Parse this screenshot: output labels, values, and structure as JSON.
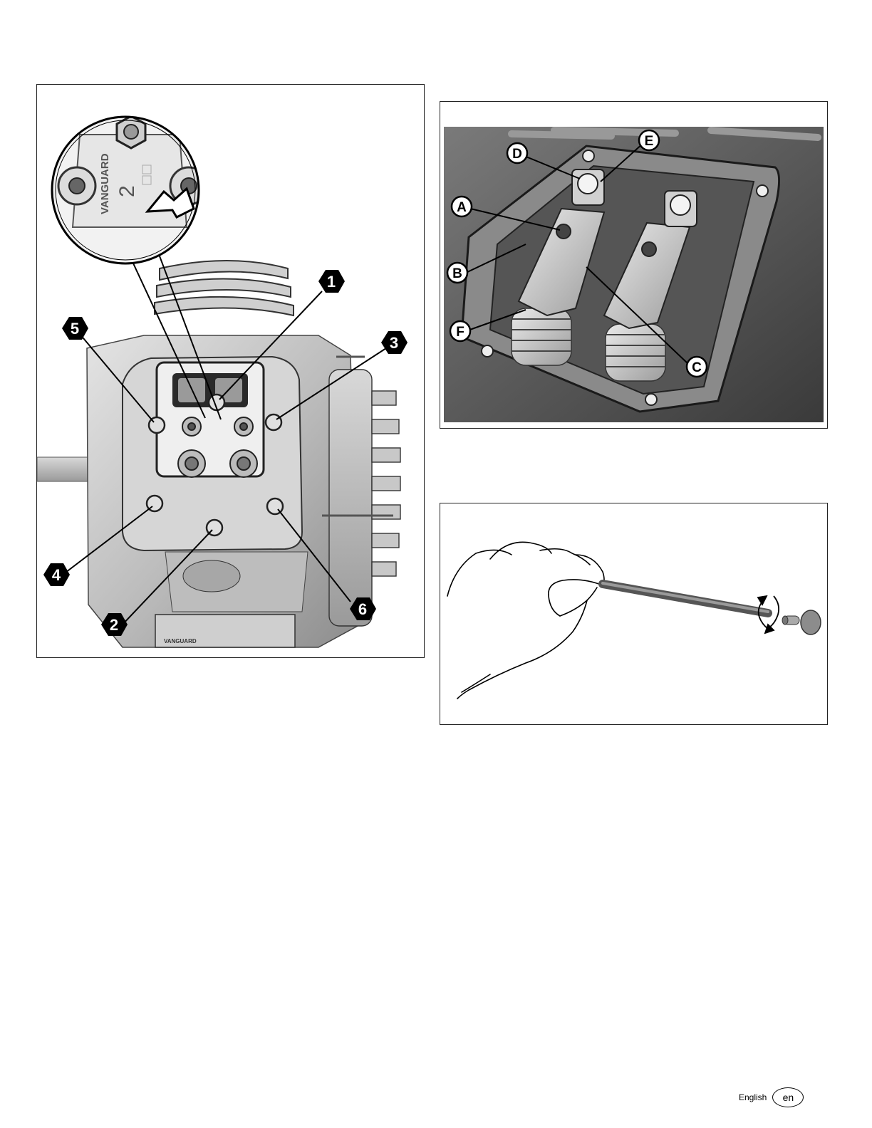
{
  "figure_left": {
    "callouts": [
      "1",
      "2",
      "3",
      "4",
      "5",
      "6"
    ],
    "inset_marking": "2",
    "brand_marking": "VANGUARD"
  },
  "figure_right_top": {
    "callouts": [
      "A",
      "B",
      "C",
      "D",
      "E",
      "F"
    ]
  },
  "footer": {
    "language": "English",
    "language_code": "en"
  }
}
